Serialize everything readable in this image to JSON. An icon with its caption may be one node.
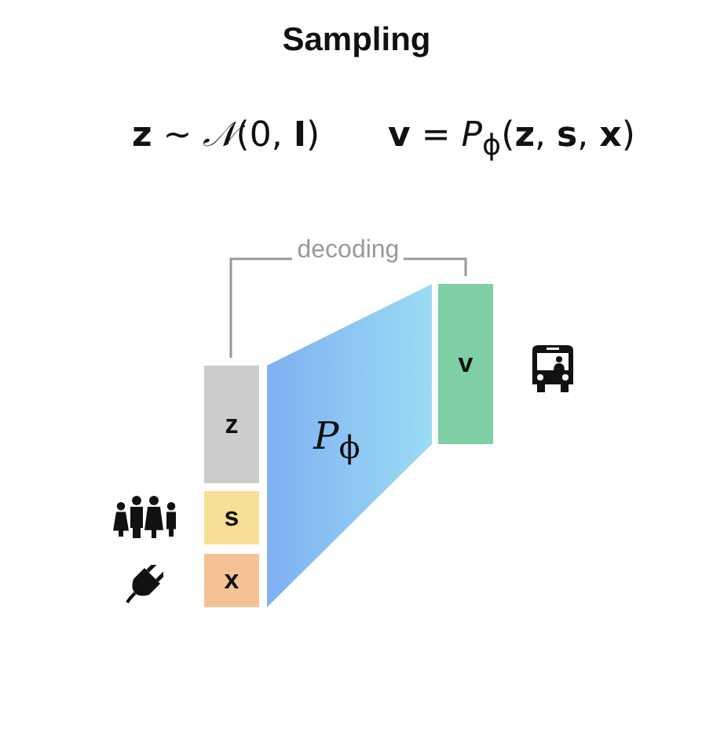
{
  "diagram": {
    "title": "Sampling",
    "nodes": [
      {
        "text": [
          "**z**"
        ]
      },
      {
        "text": [
          "**s**"
        ]
      },
      {
        "text": [
          "**x**"
        ]
      },
      {
        "text": [
          "*P*$_{ϕ}$"
        ]
      },
      {
        "text": [
          "**v**"
        ]
      }
    ],
    "edges": [
      {
        "from": 0,
        "to": 4,
        "arrow": "none",
        "label": "decoding",
        "color": "#999999"
      }
    ],
    "labels": [
      "**z** ∼ *𝒩*(0, **I**)",
      "**v** = *P*$_{ϕ}$(**z**, **s**, **x**)"
    ]
  }
}
